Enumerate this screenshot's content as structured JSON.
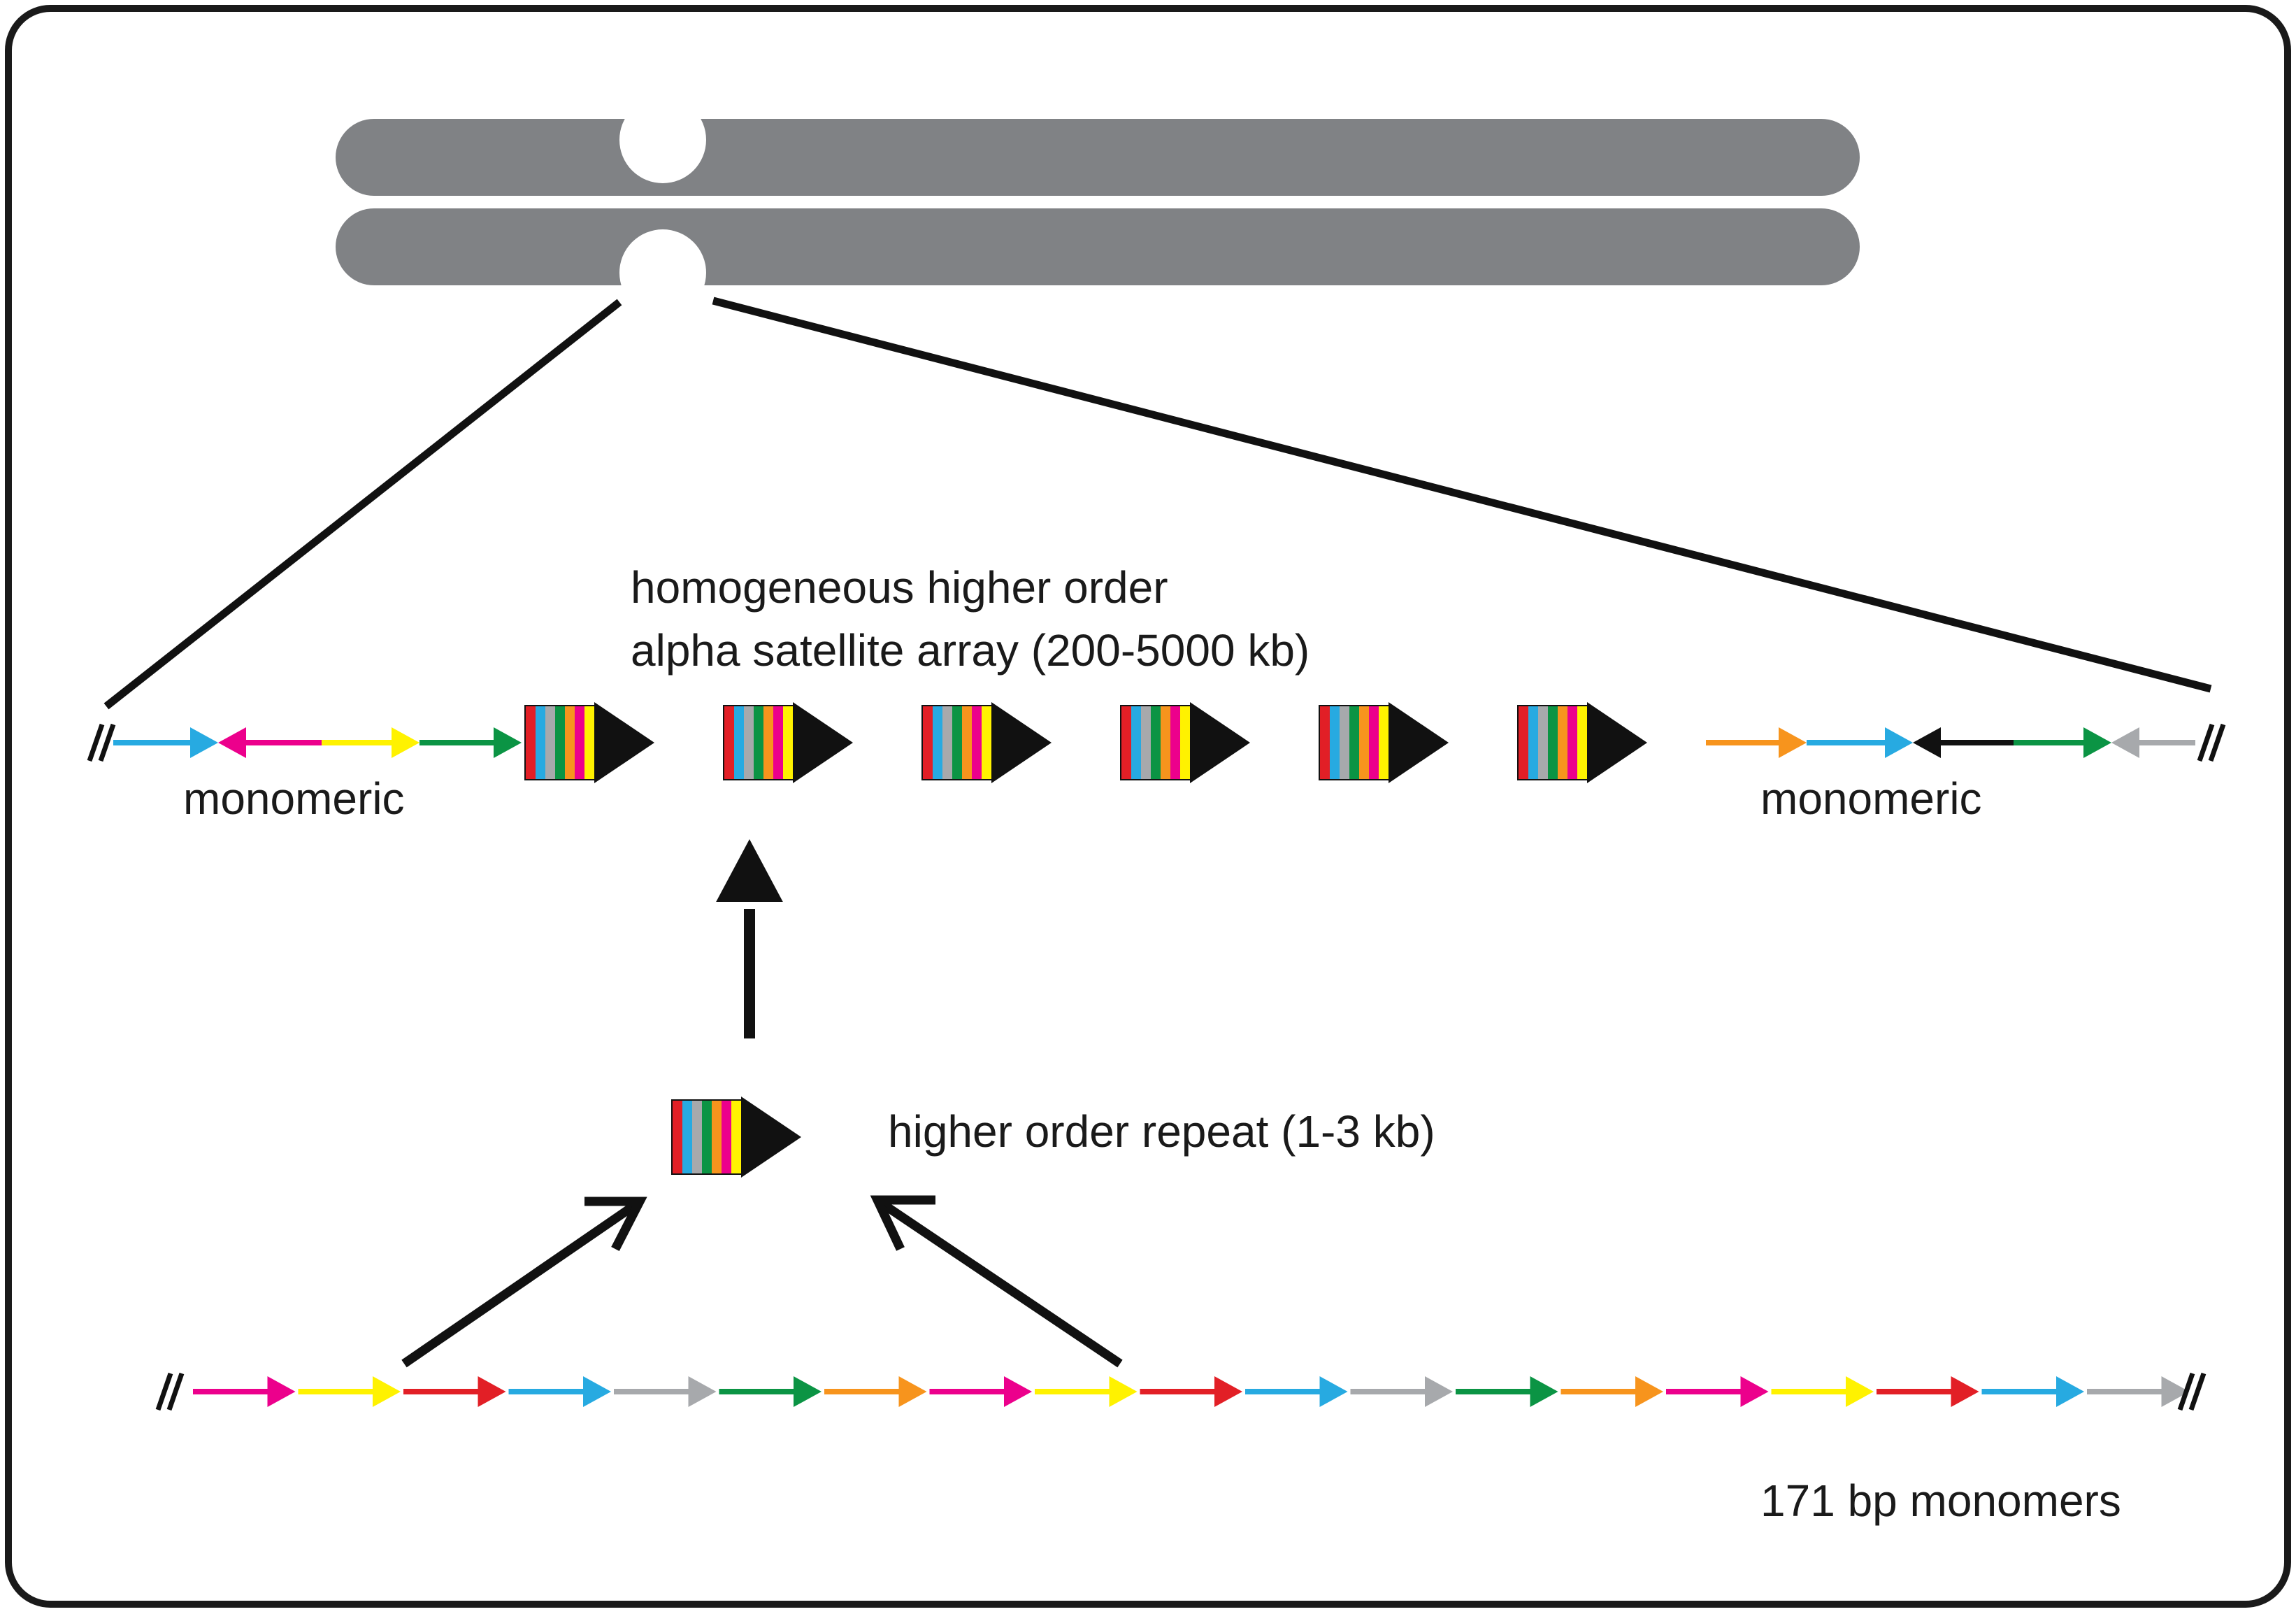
{
  "labels": {
    "hor_array_line1": "homogeneous higher order",
    "hor_array_line2": "alpha satellite array (200-5000 kb)",
    "monomeric_left": "monomeric",
    "monomeric_right": "monomeric",
    "hor_unit": "higher order repeat (1-3 kb)",
    "monomers": "171 bp monomers"
  },
  "colors": {
    "red": "#e21f26",
    "blue": "#27aae1",
    "gray": "#a7a9ac",
    "green": "#0b9444",
    "orange": "#f7941d",
    "magenta": "#ec008c",
    "yellow": "#fff200",
    "black": "#111111",
    "chromosome": "#808285"
  },
  "hor_unit_stripes": [
    "red",
    "blue",
    "gray",
    "green",
    "orange",
    "magenta",
    "yellow"
  ],
  "hor_array_unit_count": 6,
  "monomeric_left_arrows": [
    "blue",
    "magenta",
    "yellow",
    "green"
  ],
  "monomeric_left_directions": [
    "right",
    "left",
    "right",
    "right"
  ],
  "monomeric_right_arrows": [
    "orange",
    "blue",
    "black",
    "green",
    "gray"
  ],
  "monomeric_right_directions": [
    "right",
    "right",
    "left",
    "right",
    "left"
  ],
  "monomer_row_arrows": [
    "magenta",
    "yellow",
    "red",
    "blue",
    "gray",
    "green",
    "orange",
    "magenta",
    "yellow",
    "red",
    "blue",
    "gray",
    "green",
    "orange",
    "magenta",
    "yellow",
    "red",
    "blue",
    "gray"
  ]
}
